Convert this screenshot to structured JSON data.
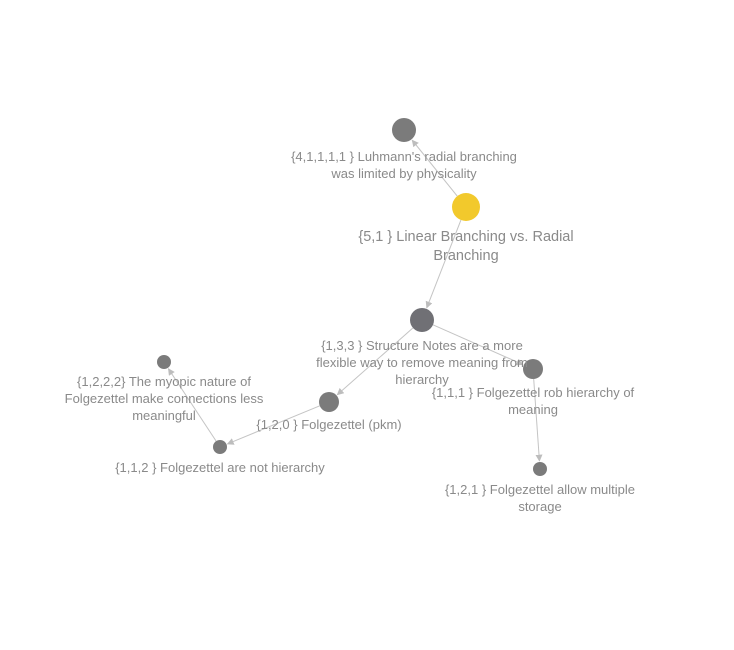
{
  "graph": {
    "colors": {
      "node": "#7b7b7b",
      "node_dark": "#707075",
      "focus": "#f2c92c",
      "edge": "#c4c4c4",
      "label": "#8a8a8a"
    },
    "nodes": [
      {
        "id": "n4111",
        "label_lines": [
          "{4,1,1,1,1 } Luhmann's radial branching",
          "was limited by physicality"
        ],
        "type": "normal"
      },
      {
        "id": "n51",
        "label_lines": [
          "{5,1 } Linear Branching vs. Radial",
          "Branching"
        ],
        "type": "focus"
      },
      {
        "id": "n133",
        "label_lines": [
          "{1,3,3 } Structure Notes are a more",
          "flexible way to remove meaning from",
          "hierarchy"
        ],
        "type": "dark"
      },
      {
        "id": "n1222",
        "label_lines": [
          "{1,2,2,2} The myopic nature of",
          "Folgezettel make connections less",
          "meaningful"
        ],
        "type": "normal"
      },
      {
        "id": "n120",
        "label_lines": [
          "{1,2,0 } Folgezettel (pkm)"
        ],
        "type": "normal"
      },
      {
        "id": "n111",
        "label_lines": [
          "{1,1,1 } Folgezettel rob hierarchy of",
          "meaning"
        ],
        "type": "normal"
      },
      {
        "id": "n112",
        "label_lines": [
          "{1,1,2 } Folgezettel are not hierarchy"
        ],
        "type": "normal"
      },
      {
        "id": "n121",
        "label_lines": [
          "{1,2,1 } Folgezettel allow multiple",
          "storage"
        ],
        "type": "normal"
      }
    ],
    "edges": [
      {
        "from": "n51",
        "to": "n4111"
      },
      {
        "from": "n51",
        "to": "n133"
      },
      {
        "from": "n133",
        "to": "n120"
      },
      {
        "from": "n133",
        "to": "n111"
      },
      {
        "from": "n120",
        "to": "n112"
      },
      {
        "from": "n112",
        "to": "n1222"
      },
      {
        "from": "n111",
        "to": "n121"
      }
    ]
  }
}
